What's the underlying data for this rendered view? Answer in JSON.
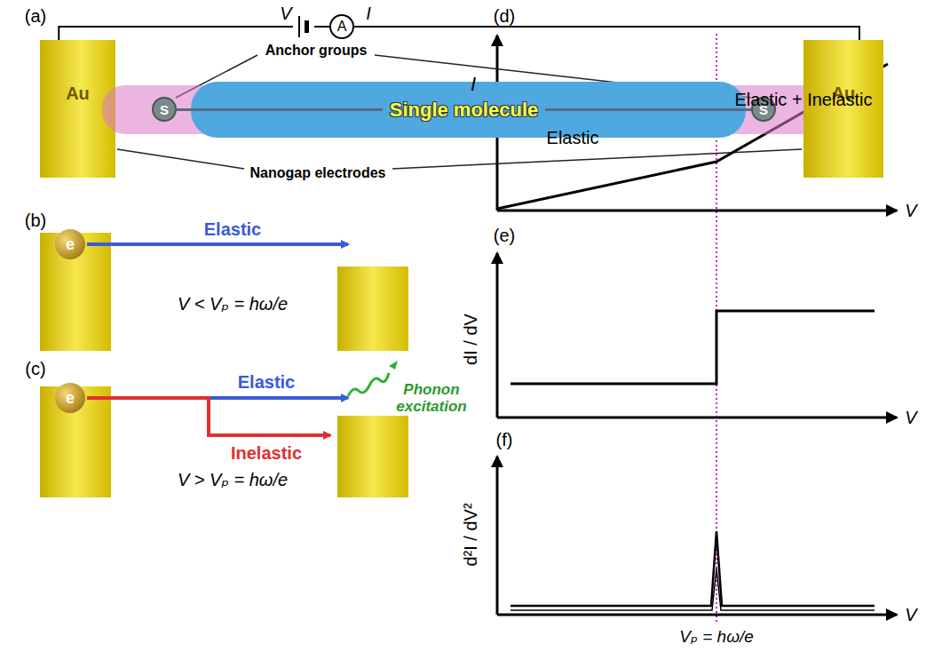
{
  "diagram": {
    "nodes": [
      {
        "text": [
          "Au"
        ]
      },
      {
        "text": [
          "Single molecule"
        ]
      },
      {
        "text": [
          "S"
        ],
        "in": 1
      },
      {
        "text": [
          "S"
        ],
        "in": 1
      },
      {
        "text": [
          "Au"
        ]
      },
      {
        "text": [
          "A"
        ]
      },
      {
        "text": [
          "e"
        ]
      },
      {
        "text": [
          "e"
        ]
      }
    ],
    "edges": [
      {
        "from": 0,
        "to": 5,
        "arrow": "none"
      },
      {
        "from": 5,
        "to": 4,
        "arrow": "none"
      }
    ],
    "labels": [
      "(a)",
      "V",
      "I",
      "Anchor groups",
      "Nanogap electrodes",
      "(b)",
      "Elastic",
      "V < Vₚ = hω/e",
      "(c)",
      "Elastic",
      "Inelastic",
      "Phonon excitation",
      "V > Vₚ = hω/e",
      "(d)",
      "I",
      "Elastic",
      "Elastic + Inelastic",
      "V",
      "(e)",
      "dI / dV",
      "V",
      "(f)",
      "d²I / dV²",
      "V",
      "Vₚ = hω/e"
    ]
  }
}
